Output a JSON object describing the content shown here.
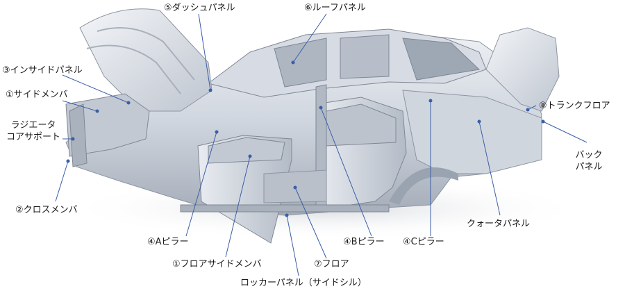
{
  "diagram": {
    "labels": {
      "dash_panel": "⑤ダッシュパネル",
      "roof_panel": "⑥ルーフパネル",
      "inside_panel": "③インサイドパネル",
      "side_member": "①サイドメンバ",
      "radiator_support_line1": "ラジエータ",
      "radiator_support_line2": "コアサポート",
      "cross_member": "②クロスメンバ",
      "trunk_floor": "⑧トランクフロア",
      "back_panel_line1": "バック",
      "back_panel_line2": "パネル",
      "quarter_panel": "クォータパネル",
      "a_pillar": "④Aピラー",
      "b_pillar": "④Bピラー",
      "c_pillar": "④Cピラー",
      "floor_side_member": "①フロアサイドメンバ",
      "floor": "⑦フロア",
      "rocker_panel": "ロッカーパネル（サイドシル）"
    },
    "colors": {
      "body_light": "#dfe3ea",
      "body_mid": "#b9c0cb",
      "body_dark": "#8d95a2",
      "leader_line": "#3a5ea8"
    }
  }
}
